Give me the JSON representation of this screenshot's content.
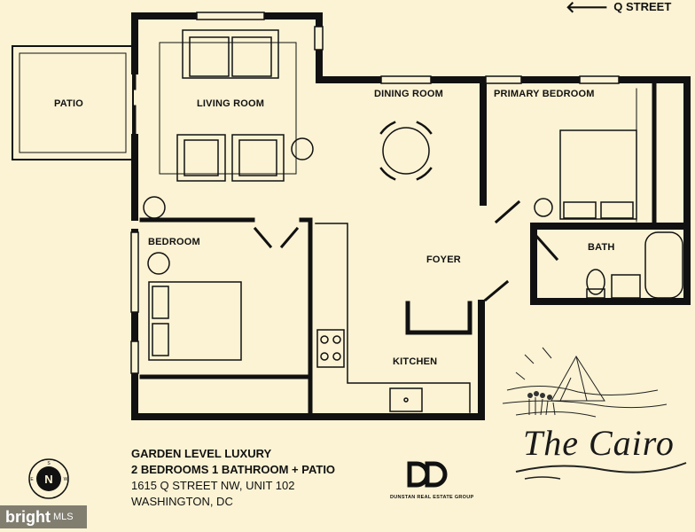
{
  "street": {
    "arrow": "🡐",
    "label": "Q STREET"
  },
  "rooms": {
    "patio": "PATIO",
    "living_room": "LIVING ROOM",
    "dining_room": "DINING ROOM",
    "primary_bedroom": "PRIMARY BEDROOM",
    "bedroom": "BEDROOM",
    "foyer": "FOYER",
    "bath": "BATH",
    "kitchen": "KITCHEN"
  },
  "info": {
    "headline": "GARDEN LEVEL LUXURY",
    "rooms_summary": "2 BEDROOMS 1 BATHROOM + PATIO",
    "address": "1615 Q STREET NW, UNIT 102",
    "city": "WASHINGTON, DC"
  },
  "compass": {
    "n": "N",
    "s": "S",
    "e": "E",
    "w": "W"
  },
  "agent": {
    "monogram": "DD",
    "name": "DUNSTAN REAL ESTATE GROUP"
  },
  "brand": {
    "text": "The Cairo"
  },
  "watermark": {
    "bright": "bright",
    "mls": "MLS"
  },
  "colors": {
    "paper": "#fbf3d4",
    "ink": "#111111"
  }
}
